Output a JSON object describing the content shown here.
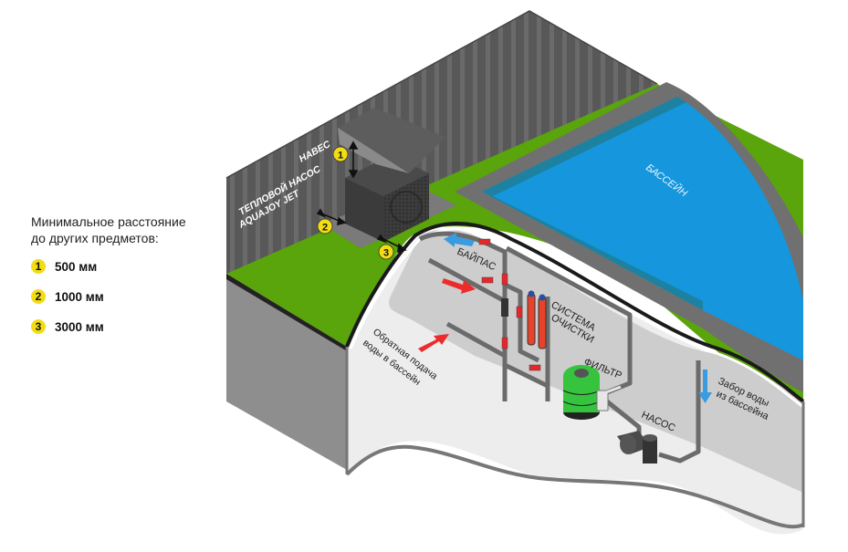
{
  "legend": {
    "title_line1": "Минимальное расстояние",
    "title_line2": "до других предметов:",
    "items": [
      {
        "number": "1",
        "value": "500 мм"
      },
      {
        "number": "2",
        "value": "1000 мм"
      },
      {
        "number": "3",
        "value": "3000 мм"
      }
    ]
  },
  "labels": {
    "canopy": "НАВЕС",
    "heat_pump_line1": "ТЕПЛОВОЙ НАСОС",
    "heat_pump_line2": "AQUAJOY JET",
    "pool": "БАССЕЙН",
    "bypass": "БАЙПАС",
    "cleaning_line1": "СИСТЕМА",
    "cleaning_line2": "ОЧИСТКИ",
    "filter": "ФИЛЬТР",
    "pump": "НАСОС",
    "return_line1": "Обратная подача",
    "return_line2": "воды в бассейн",
    "intake_line1": "Забор воды",
    "intake_line2": "из бассейна"
  },
  "markers": [
    "1",
    "2",
    "3"
  ],
  "colors": {
    "grass": "#5aa40c",
    "pool_water": "#1596dd",
    "pool_edge": "#1f7f96",
    "wall": "#555555",
    "pipe": "#6b6b6b",
    "valve": "#e8262a",
    "filter": "#36c43f",
    "badge": "#f2dc14",
    "arrow_red": "#ee2b2b",
    "arrow_blue": "#3a9be0"
  }
}
